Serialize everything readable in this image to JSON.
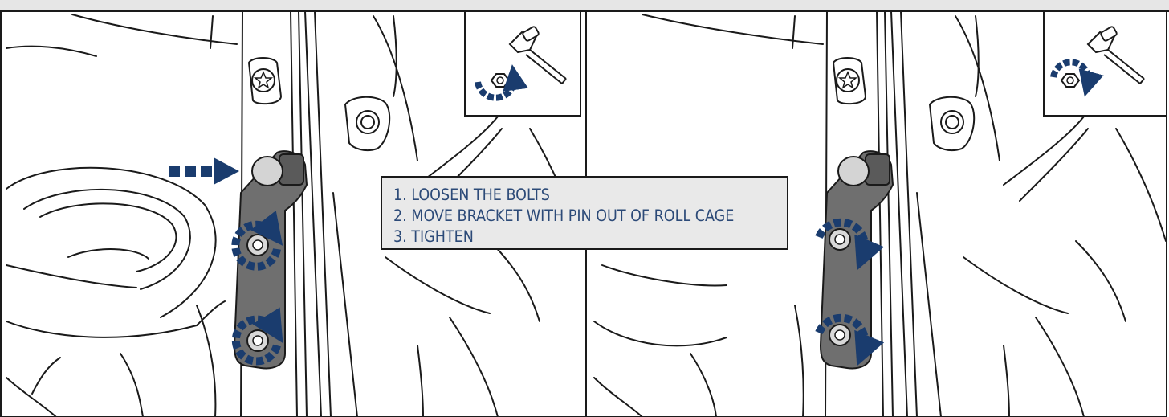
{
  "instructions": {
    "step1": "1. LOOSEN THE BOLTS",
    "step2": "2. MOVE BRACKET WITH PIN OUT OF ROLL CAGE",
    "step3": "3. TIGHTEN"
  },
  "panels": [
    {
      "name": "before",
      "insert_tool": "wrench-loosen",
      "rotation": "counter-clockwise",
      "push_arrow": true
    },
    {
      "name": "after",
      "insert_tool": "wrench-tighten",
      "rotation": "clockwise",
      "push_arrow": false
    }
  ],
  "colors": {
    "arrow_blue": "#1a3c6e",
    "instruction_text": "#2c4a78",
    "instruction_bg": "#e9e9e9",
    "bracket": "#6f6f6f",
    "line_art": "#1a1a1a"
  }
}
